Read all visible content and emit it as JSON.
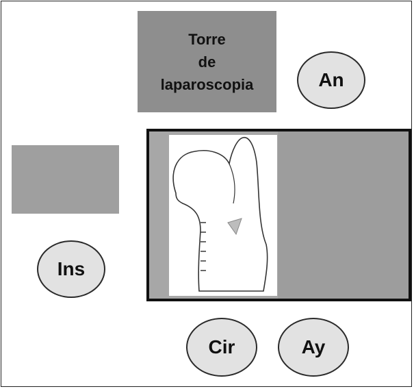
{
  "tower": {
    "lines": [
      "Torre",
      "de",
      "laparoscopia"
    ]
  },
  "people": {
    "an": "An",
    "ins": "Ins",
    "cir": "Cir",
    "ay": "Ay"
  },
  "colors": {
    "tower": "#8e8e8e",
    "table": "#9f9f9f",
    "bed": "#a7a7a7",
    "circle_fill": "#e2e2e2",
    "marker": "#bdbdbd"
  },
  "icons": {
    "patient": "patient-body-outline-icon",
    "operative_site": "liver-marker-icon"
  }
}
